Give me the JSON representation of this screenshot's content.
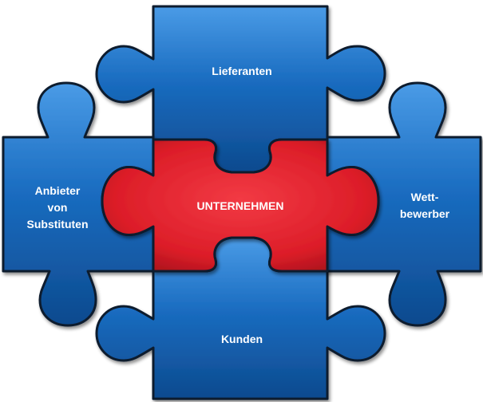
{
  "diagram": {
    "center": {
      "label": "UNTERNEHMEN"
    },
    "top": {
      "label": "Lieferanten"
    },
    "bottom": {
      "label": "Kunden"
    },
    "left": {
      "label_lines": [
        "Anbieter",
        "von",
        "Substituten"
      ]
    },
    "right": {
      "label_lines": [
        "Wett-",
        "bewerber"
      ]
    }
  },
  "colors": {
    "blue_piece": "#1565b5",
    "blue_light": "#3f92e0",
    "blue_dark": "#0b3e78",
    "red_piece": "#e4202c",
    "red_light": "#f5535c",
    "red_dark": "#8e0f17",
    "outline": "#101820"
  }
}
